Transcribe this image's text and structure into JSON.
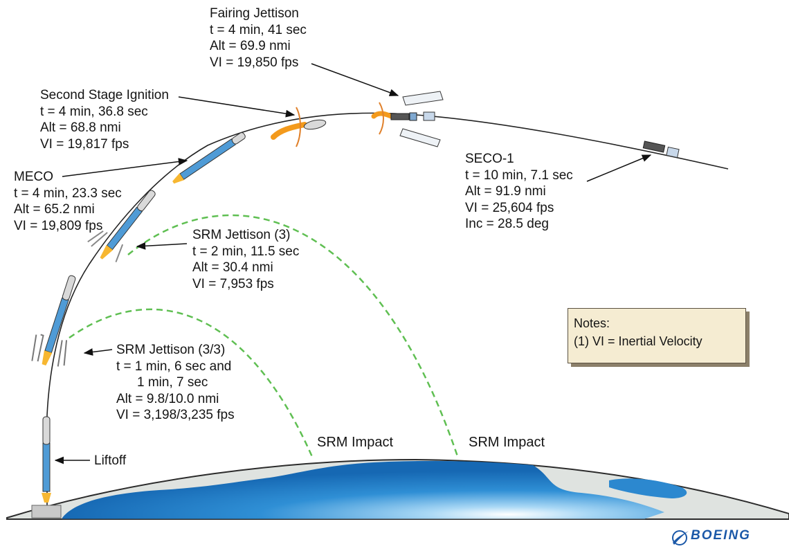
{
  "colors": {
    "earth_land": "#dfe3e0",
    "earth_sea": "#2a8fd4",
    "trajectory": "#222222",
    "srm_path": "#5fbf52",
    "rocket_body": "#4f9bd6",
    "flame": "#f7b731",
    "notes_bg": "#f5ecd2",
    "brand": "#1a58a8"
  },
  "events": {
    "fairing": {
      "title": "Fairing Jettison",
      "t": "t = 4 min, 41 sec",
      "alt": "Alt = 69.9 nmi",
      "vi": "VI = 19,850 fps"
    },
    "second_stage": {
      "title": "Second Stage Ignition",
      "t": "t = 4 min, 36.8 sec",
      "alt": "Alt = 68.8 nmi",
      "vi": "VI = 19,817 fps"
    },
    "meco": {
      "title": "MECO",
      "t": "t = 4 min, 23.3 sec",
      "alt": "Alt = 65.2 nmi",
      "vi": "VI = 19,809 fps"
    },
    "srm3": {
      "title": "SRM Jettison (3)",
      "t": "t = 2 min, 11.5 sec",
      "alt": "Alt = 30.4 nmi",
      "vi": "VI = 7,953 fps"
    },
    "srm33": {
      "title": "SRM Jettison (3/3)",
      "t": "t = 1 min, 6 sec and",
      "t2": "1 min, 7 sec",
      "alt": "Alt = 9.8/10.0 nmi",
      "vi": "VI = 3,198/3,235 fps"
    },
    "seco": {
      "title": "SECO-1",
      "t": "t = 10 min, 7.1 sec",
      "alt": "Alt = 91.9 nmi",
      "vi": "VI = 25,604 fps",
      "inc": "Inc = 28.5 deg"
    },
    "liftoff": {
      "title": "Liftoff"
    }
  },
  "impacts": {
    "first": "SRM Impact",
    "second": "SRM Impact"
  },
  "notes": {
    "heading": "Notes:",
    "line1": "(1)  VI = Inertial Velocity"
  },
  "logo": {
    "text": "BOEING"
  }
}
